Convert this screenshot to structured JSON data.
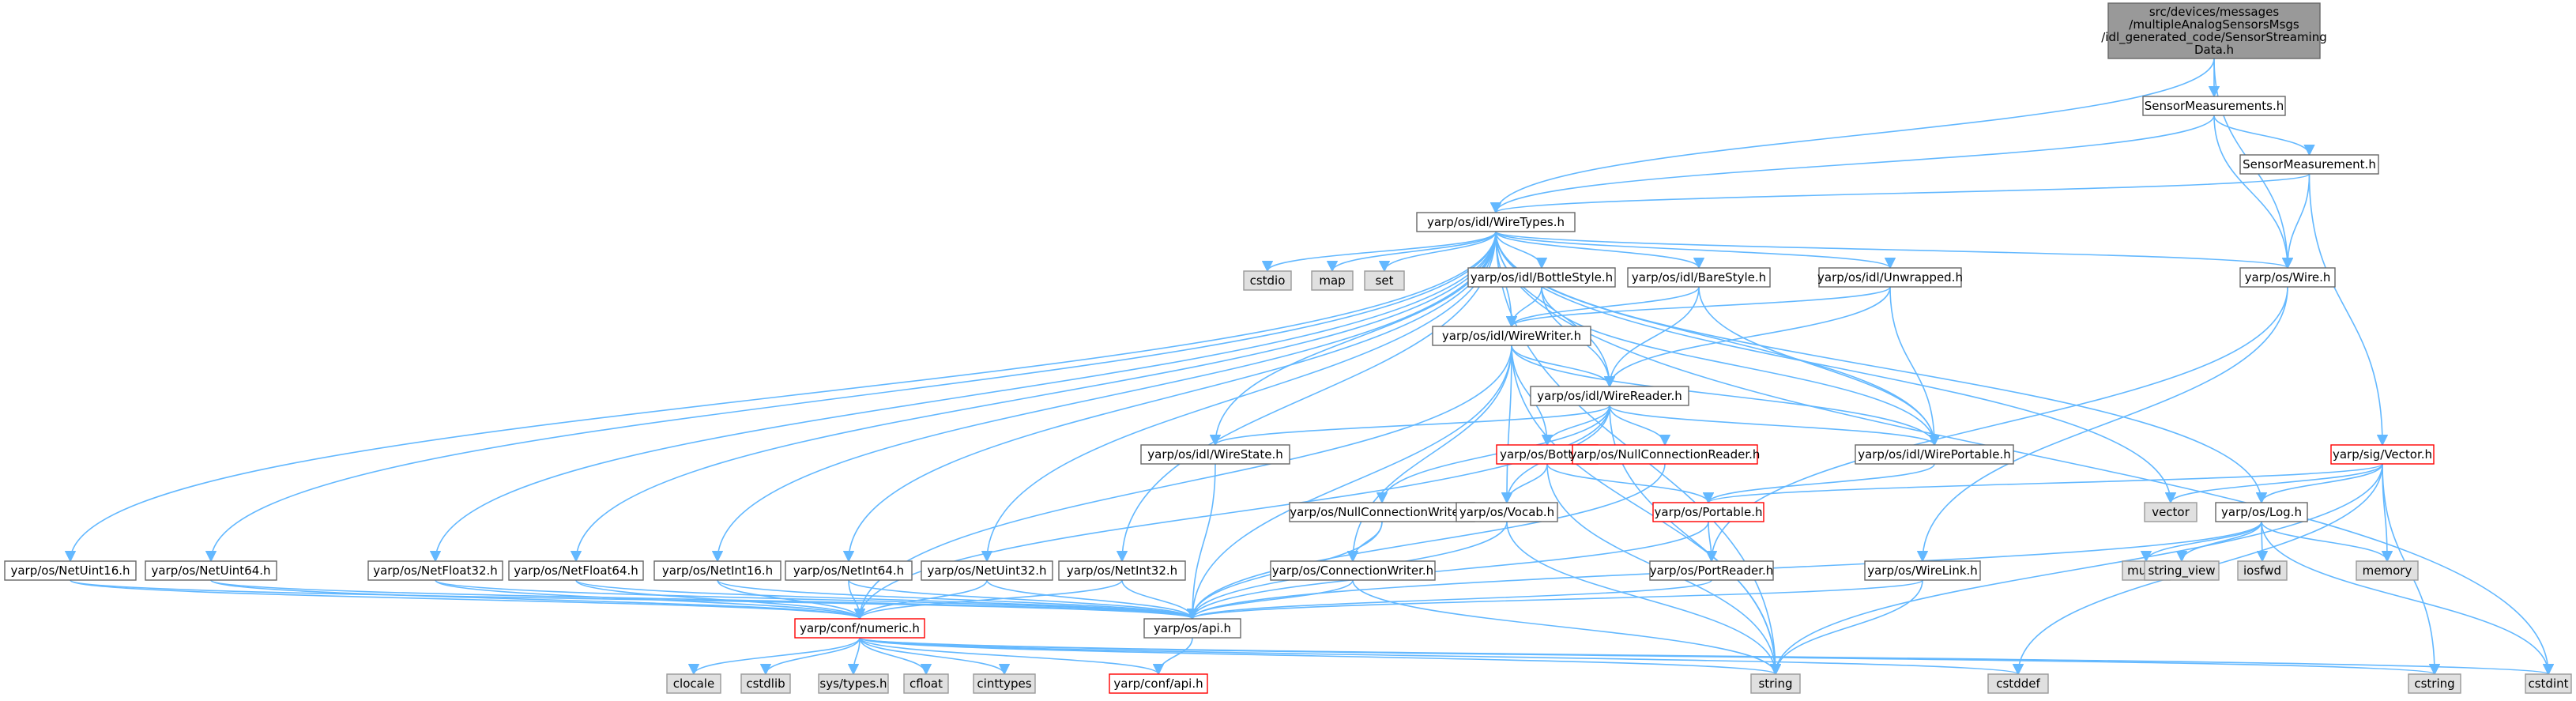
{
  "nodes": [
    {
      "id": "root",
      "lines": [
        "src/devices/messages",
        "/multipleAnalogSensorsMsgs",
        "/idl_generated_code/SensorStreaming",
        "Data.h"
      ],
      "style": "root"
    },
    {
      "id": "sensormeasurements",
      "lines": [
        "SensorMeasurements.h"
      ],
      "style": "normal"
    },
    {
      "id": "sensormeasurement",
      "lines": [
        "SensorMeasurement.h"
      ],
      "style": "normal"
    },
    {
      "id": "wiretypes",
      "lines": [
        "yarp/os/idl/WireTypes.h"
      ],
      "style": "normal"
    },
    {
      "id": "wire",
      "lines": [
        "yarp/os/Wire.h"
      ],
      "style": "normal"
    },
    {
      "id": "vector",
      "lines": [
        "yarp/sig/Vector.h"
      ],
      "style": "red"
    },
    {
      "id": "cstdio",
      "lines": [
        "cstdio"
      ],
      "style": "gray"
    },
    {
      "id": "map",
      "lines": [
        "map"
      ],
      "style": "gray"
    },
    {
      "id": "set",
      "lines": [
        "set"
      ],
      "style": "gray"
    },
    {
      "id": "bottlestyle",
      "lines": [
        "yarp/os/idl/BottleStyle.h"
      ],
      "style": "normal"
    },
    {
      "id": "barestyle",
      "lines": [
        "yarp/os/idl/BareStyle.h"
      ],
      "style": "normal"
    },
    {
      "id": "unwrapped",
      "lines": [
        "yarp/os/idl/Unwrapped.h"
      ],
      "style": "normal"
    },
    {
      "id": "wirewriter",
      "lines": [
        "yarp/os/idl/WireWriter.h"
      ],
      "style": "normal"
    },
    {
      "id": "wirereader",
      "lines": [
        "yarp/os/idl/WireReader.h"
      ],
      "style": "normal"
    },
    {
      "id": "wirestate",
      "lines": [
        "yarp/os/idl/WireState.h"
      ],
      "style": "normal"
    },
    {
      "id": "bottle",
      "lines": [
        "yarp/os/Bottle.h"
      ],
      "style": "red"
    },
    {
      "id": "nullconnreader",
      "lines": [
        "yarp/os/NullConnectionReader.h"
      ],
      "style": "red"
    },
    {
      "id": "wireportable",
      "lines": [
        "yarp/os/idl/WirePortable.h"
      ],
      "style": "normal"
    },
    {
      "id": "vectorstd",
      "lines": [
        "vector"
      ],
      "style": "gray"
    },
    {
      "id": "nullconnwriter",
      "lines": [
        "yarp/os/NullConnectionWriter.h"
      ],
      "style": "normal"
    },
    {
      "id": "vocab",
      "lines": [
        "yarp/os/Vocab.h"
      ],
      "style": "normal"
    },
    {
      "id": "portable",
      "lines": [
        "yarp/os/Portable.h"
      ],
      "style": "red"
    },
    {
      "id": "log",
      "lines": [
        "yarp/os/Log.h"
      ],
      "style": "normal"
    },
    {
      "id": "netuint16",
      "lines": [
        "yarp/os/NetUint16.h"
      ],
      "style": "normal"
    },
    {
      "id": "netuint64",
      "lines": [
        "yarp/os/NetUint64.h"
      ],
      "style": "normal"
    },
    {
      "id": "netfloat32",
      "lines": [
        "yarp/os/NetFloat32.h"
      ],
      "style": "normal"
    },
    {
      "id": "netfloat64",
      "lines": [
        "yarp/os/NetFloat64.h"
      ],
      "style": "normal"
    },
    {
      "id": "netint16",
      "lines": [
        "yarp/os/NetInt16.h"
      ],
      "style": "normal"
    },
    {
      "id": "netint64",
      "lines": [
        "yarp/os/NetInt64.h"
      ],
      "style": "normal"
    },
    {
      "id": "netuint32",
      "lines": [
        "yarp/os/NetUint32.h"
      ],
      "style": "normal"
    },
    {
      "id": "netint32",
      "lines": [
        "yarp/os/NetInt32.h"
      ],
      "style": "normal"
    },
    {
      "id": "connwriter",
      "lines": [
        "yarp/os/ConnectionWriter.h"
      ],
      "style": "normal"
    },
    {
      "id": "portreader",
      "lines": [
        "yarp/os/PortReader.h"
      ],
      "style": "normal"
    },
    {
      "id": "wirelink",
      "lines": [
        "yarp/os/WireLink.h"
      ],
      "style": "normal"
    },
    {
      "id": "mutex",
      "lines": [
        "mutex"
      ],
      "style": "gray"
    },
    {
      "id": "string_view",
      "lines": [
        "string_view"
      ],
      "style": "gray"
    },
    {
      "id": "iosfwd",
      "lines": [
        "iosfwd"
      ],
      "style": "gray"
    },
    {
      "id": "memory",
      "lines": [
        "memory"
      ],
      "style": "gray"
    },
    {
      "id": "numeric",
      "lines": [
        "yarp/conf/numeric.h"
      ],
      "style": "red"
    },
    {
      "id": "api",
      "lines": [
        "yarp/os/api.h"
      ],
      "style": "normal"
    },
    {
      "id": "clocale",
      "lines": [
        "clocale"
      ],
      "style": "gray"
    },
    {
      "id": "cstdlib",
      "lines": [
        "cstdlib"
      ],
      "style": "gray"
    },
    {
      "id": "systypes",
      "lines": [
        "sys/types.h"
      ],
      "style": "gray"
    },
    {
      "id": "cfloat",
      "lines": [
        "cfloat"
      ],
      "style": "gray"
    },
    {
      "id": "cinttypes",
      "lines": [
        "cinttypes"
      ],
      "style": "gray"
    },
    {
      "id": "confapi",
      "lines": [
        "yarp/conf/api.h"
      ],
      "style": "red"
    },
    {
      "id": "string",
      "lines": [
        "string"
      ],
      "style": "gray"
    },
    {
      "id": "cstddef",
      "lines": [
        "cstddef"
      ],
      "style": "gray"
    },
    {
      "id": "cstring",
      "lines": [
        "cstring"
      ],
      "style": "gray"
    },
    {
      "id": "cstdint",
      "lines": [
        "cstdint"
      ],
      "style": "gray"
    }
  ],
  "edges": [
    [
      "root",
      "sensormeasurements"
    ],
    [
      "root",
      "wiretypes"
    ],
    [
      "root",
      "wire"
    ],
    [
      "sensormeasurements",
      "sensormeasurement"
    ],
    [
      "sensormeasurements",
      "wiretypes"
    ],
    [
      "sensormeasurements",
      "wire"
    ],
    [
      "sensormeasurement",
      "wiretypes"
    ],
    [
      "sensormeasurement",
      "wire"
    ],
    [
      "sensormeasurement",
      "vector"
    ],
    [
      "wiretypes",
      "cstdio"
    ],
    [
      "wiretypes",
      "map"
    ],
    [
      "wiretypes",
      "set"
    ],
    [
      "wiretypes",
      "bottlestyle"
    ],
    [
      "wiretypes",
      "barestyle"
    ],
    [
      "wiretypes",
      "unwrapped"
    ],
    [
      "wiretypes",
      "wirewriter"
    ],
    [
      "wiretypes",
      "wirereader"
    ],
    [
      "wiretypes",
      "wirestate"
    ],
    [
      "wiretypes",
      "wireportable"
    ],
    [
      "wiretypes",
      "wire"
    ],
    [
      "wiretypes",
      "vectorstd"
    ],
    [
      "wiretypes",
      "log"
    ],
    [
      "wiretypes",
      "netuint16"
    ],
    [
      "wiretypes",
      "netuint64"
    ],
    [
      "wiretypes",
      "netfloat32"
    ],
    [
      "wiretypes",
      "netfloat64"
    ],
    [
      "wiretypes",
      "netint16"
    ],
    [
      "wiretypes",
      "netint64"
    ],
    [
      "wiretypes",
      "netuint32"
    ],
    [
      "wiretypes",
      "netint32"
    ],
    [
      "wiretypes",
      "string"
    ],
    [
      "wiretypes",
      "cstdint"
    ],
    [
      "bottlestyle",
      "wirewriter"
    ],
    [
      "bottlestyle",
      "wirereader"
    ],
    [
      "bottlestyle",
      "wireportable"
    ],
    [
      "barestyle",
      "wirewriter"
    ],
    [
      "barestyle",
      "wirereader"
    ],
    [
      "barestyle",
      "wireportable"
    ],
    [
      "unwrapped",
      "wirewriter"
    ],
    [
      "unwrapped",
      "wirereader"
    ],
    [
      "unwrapped",
      "wireportable"
    ],
    [
      "wirewriter",
      "wirereader"
    ],
    [
      "wirewriter",
      "bottle"
    ],
    [
      "wirewriter",
      "vocab"
    ],
    [
      "wirewriter",
      "wireportable"
    ],
    [
      "wirewriter",
      "connwriter"
    ],
    [
      "wirewriter",
      "numeric"
    ],
    [
      "wirewriter",
      "api"
    ],
    [
      "wirewriter",
      "string"
    ],
    [
      "wirereader",
      "wirestate"
    ],
    [
      "wirereader",
      "bottle"
    ],
    [
      "wirereader",
      "nullconnreader"
    ],
    [
      "wirereader",
      "wireportable"
    ],
    [
      "wirereader",
      "nullconnwriter"
    ],
    [
      "wirereader",
      "vocab"
    ],
    [
      "wirereader",
      "numeric"
    ],
    [
      "wirereader",
      "string"
    ],
    [
      "wirestate",
      "api"
    ],
    [
      "bottle",
      "vocab"
    ],
    [
      "bottle",
      "portable"
    ],
    [
      "bottle",
      "string"
    ],
    [
      "nullconnreader",
      "api"
    ],
    [
      "wireportable",
      "portable"
    ],
    [
      "vector",
      "portable"
    ],
    [
      "vector",
      "vectorstd"
    ],
    [
      "vector",
      "log"
    ],
    [
      "vector",
      "memory"
    ],
    [
      "vector",
      "string"
    ],
    [
      "vector",
      "cstddef"
    ],
    [
      "vector",
      "cstring"
    ],
    [
      "nullconnwriter",
      "connwriter"
    ],
    [
      "nullconnwriter",
      "api"
    ],
    [
      "vocab",
      "api"
    ],
    [
      "vocab",
      "string"
    ],
    [
      "portable",
      "portreader"
    ],
    [
      "portable",
      "api"
    ],
    [
      "log",
      "mutex"
    ],
    [
      "log",
      "string_view"
    ],
    [
      "log",
      "iosfwd"
    ],
    [
      "log",
      "memory"
    ],
    [
      "log",
      "api"
    ],
    [
      "log",
      "cstdint"
    ],
    [
      "wire",
      "portreader"
    ],
    [
      "wire",
      "wirelink"
    ],
    [
      "netuint16",
      "numeric"
    ],
    [
      "netuint16",
      "api"
    ],
    [
      "netuint64",
      "numeric"
    ],
    [
      "netuint64",
      "api"
    ],
    [
      "netfloat32",
      "numeric"
    ],
    [
      "netfloat32",
      "api"
    ],
    [
      "netfloat64",
      "numeric"
    ],
    [
      "netfloat64",
      "api"
    ],
    [
      "netint16",
      "numeric"
    ],
    [
      "netint16",
      "api"
    ],
    [
      "netint64",
      "numeric"
    ],
    [
      "netint64",
      "api"
    ],
    [
      "netuint32",
      "numeric"
    ],
    [
      "netuint32",
      "api"
    ],
    [
      "netint32",
      "numeric"
    ],
    [
      "netint32",
      "api"
    ],
    [
      "connwriter",
      "api"
    ],
    [
      "connwriter",
      "string"
    ],
    [
      "portreader",
      "api"
    ],
    [
      "wirelink",
      "api"
    ],
    [
      "wirelink",
      "string"
    ],
    [
      "numeric",
      "clocale"
    ],
    [
      "numeric",
      "cstdlib"
    ],
    [
      "numeric",
      "systypes"
    ],
    [
      "numeric",
      "cfloat"
    ],
    [
      "numeric",
      "cinttypes"
    ],
    [
      "numeric",
      "confapi"
    ],
    [
      "numeric",
      "string"
    ],
    [
      "numeric",
      "cstddef"
    ],
    [
      "numeric",
      "cstring"
    ],
    [
      "numeric",
      "cstdint"
    ],
    [
      "api",
      "confapi"
    ]
  ],
  "colors": {
    "edge": "#63b8ff",
    "node_border": "#666666",
    "red_border": "#ff0000",
    "gray_fill": "#e0e0e0",
    "gray_border": "#999999",
    "root_fill": "#999999",
    "root_border": "#666666",
    "normal_fill": "#ffffff"
  }
}
